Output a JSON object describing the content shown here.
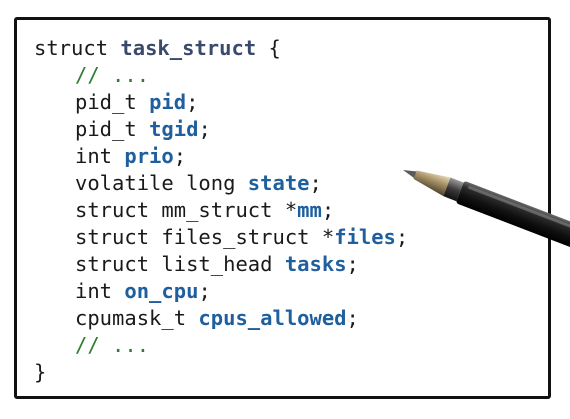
{
  "code": {
    "struct_keyword": "struct",
    "struct_name": "task_struct",
    "open_brace": "{",
    "close_brace": "}",
    "lines": [
      {
        "type": "comment",
        "text": "// ..."
      },
      {
        "type": "field",
        "decl": "pid_t ",
        "name": "pid",
        "end": ";"
      },
      {
        "type": "field",
        "decl": "pid_t ",
        "name": "tgid",
        "end": ";"
      },
      {
        "type": "field",
        "decl": "int ",
        "name": "prio",
        "end": ";"
      },
      {
        "type": "field",
        "decl": "volatile long ",
        "name": "state",
        "end": ";"
      },
      {
        "type": "field",
        "decl": "struct mm_struct *",
        "name": "mm",
        "end": ";"
      },
      {
        "type": "field",
        "decl": "struct files_struct *",
        "name": "files",
        "end": ";"
      },
      {
        "type": "field",
        "decl": "struct list_head ",
        "name": "tasks",
        "end": ";"
      },
      {
        "type": "field",
        "decl": "int ",
        "name": "on_cpu",
        "end": ";"
      },
      {
        "type": "field",
        "decl": "cpumask_t ",
        "name": "cpus_allowed",
        "end": ";"
      },
      {
        "type": "comment",
        "text": "// ..."
      }
    ]
  },
  "colors": {
    "border": "#111111",
    "type_name": "#3a4a6b",
    "field_name": "#1f5f9e",
    "comment": "#2e7d32",
    "text": "#1a1a1a"
  },
  "icons": {
    "pen": "pen-icon"
  }
}
